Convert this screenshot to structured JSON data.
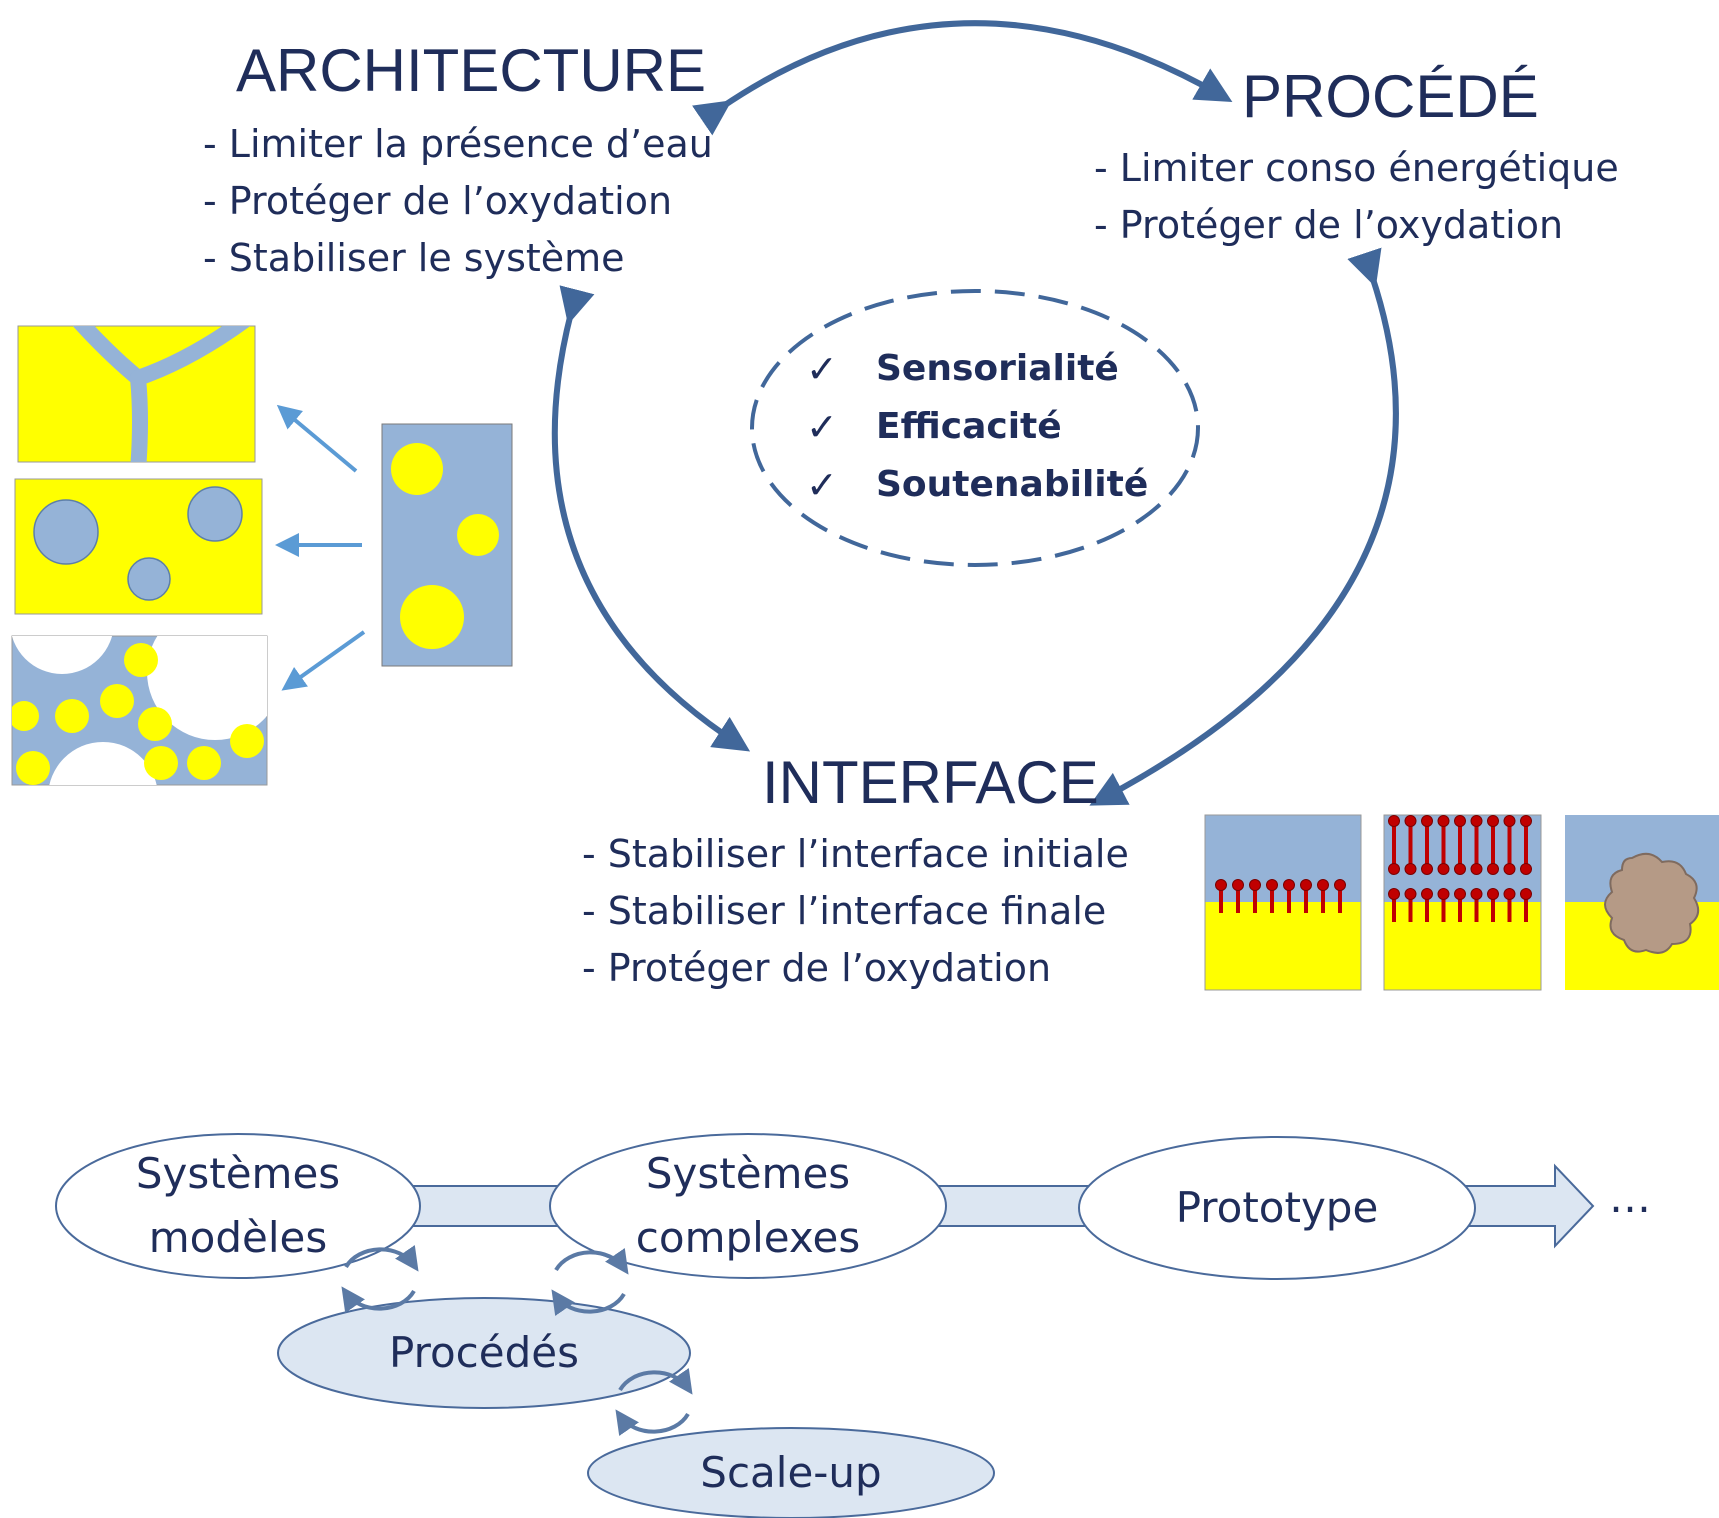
{
  "architecture": {
    "title": "ARCHITECTURE",
    "items": [
      "- Limiter la présence d’eau",
      "- Protéger de l’oxydation",
      "- Stabiliser le système"
    ]
  },
  "procede": {
    "title": "PROCÉDÉ",
    "items": [
      "- Limiter conso énergétique",
      "- Protéger de l’oxydation"
    ]
  },
  "interface": {
    "title": "INTERFACE",
    "items": [
      "- Stabiliser l’interface initiale",
      "- Stabiliser l’interface finale",
      "- Protéger de l’oxydation"
    ]
  },
  "criteria": {
    "check_symbol": "✓",
    "items": [
      "Sensorialité",
      "Efficacité",
      "Soutenabilité"
    ]
  },
  "workflow": {
    "systemes_modeles": [
      "Systèmes",
      "modèles"
    ],
    "systemes_complexes": [
      "Systèmes",
      "complexes"
    ],
    "prototype": "Prototype",
    "ellipsis": "…",
    "procedes": "Procédés",
    "scale_up": "Scale-up"
  },
  "colors": {
    "navy": "#1f2d5a",
    "arrow_blue": "#41679a",
    "light_arrow_blue": "#5b9bd5",
    "yellow": "#ffff00",
    "phase_blue": "#95b3d7",
    "surfactant_red": "#c00000",
    "particle_brown": "#b59a86",
    "band_fill": "#dce6f2",
    "ellipse_stroke": "#4a6a9b"
  }
}
